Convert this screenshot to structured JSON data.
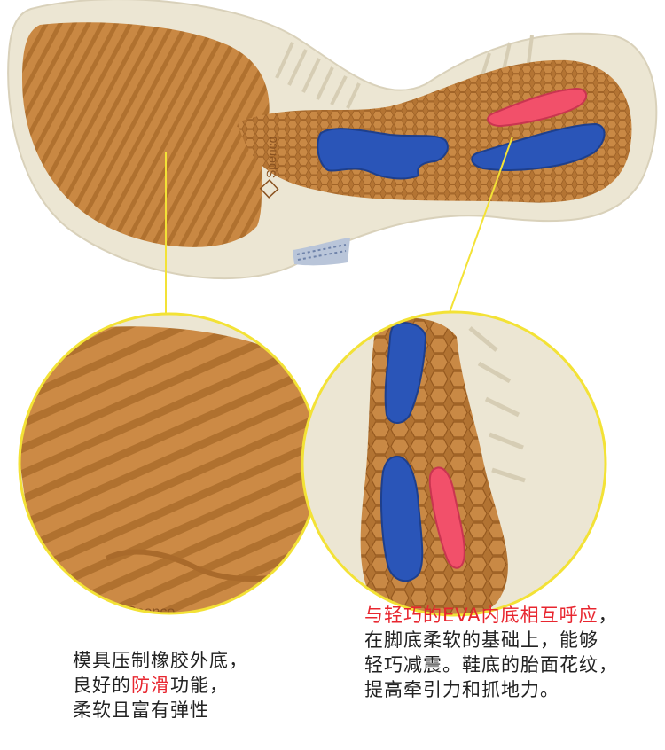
{
  "brand": {
    "logo_text": "Spenco"
  },
  "colors": {
    "rubber": "#c88742",
    "rubber_dark": "#a96a2b",
    "foam": "#ede7d5",
    "foam_shadow": "#d8d0b9",
    "pad_blue": "#2a55b8",
    "pad_red": "#f2506a",
    "callout": "#f3e236",
    "highlight": "#e8262f"
  },
  "captions": {
    "left": {
      "line1": "模具压制橡胶外底，",
      "line2_a": "良好的",
      "line2_b": "防滑",
      "line2_c": "功能，",
      "line3": "柔软且富有弹性"
    },
    "right": {
      "line1_a": "与轻巧的EVA内底相互呼应",
      "line1_b": "，",
      "line2": "在脚底柔软的基础上，能够",
      "line3": "轻巧减震。鞋底的胎面花纹，",
      "line4": "提高牵引力和抓地力。"
    }
  }
}
